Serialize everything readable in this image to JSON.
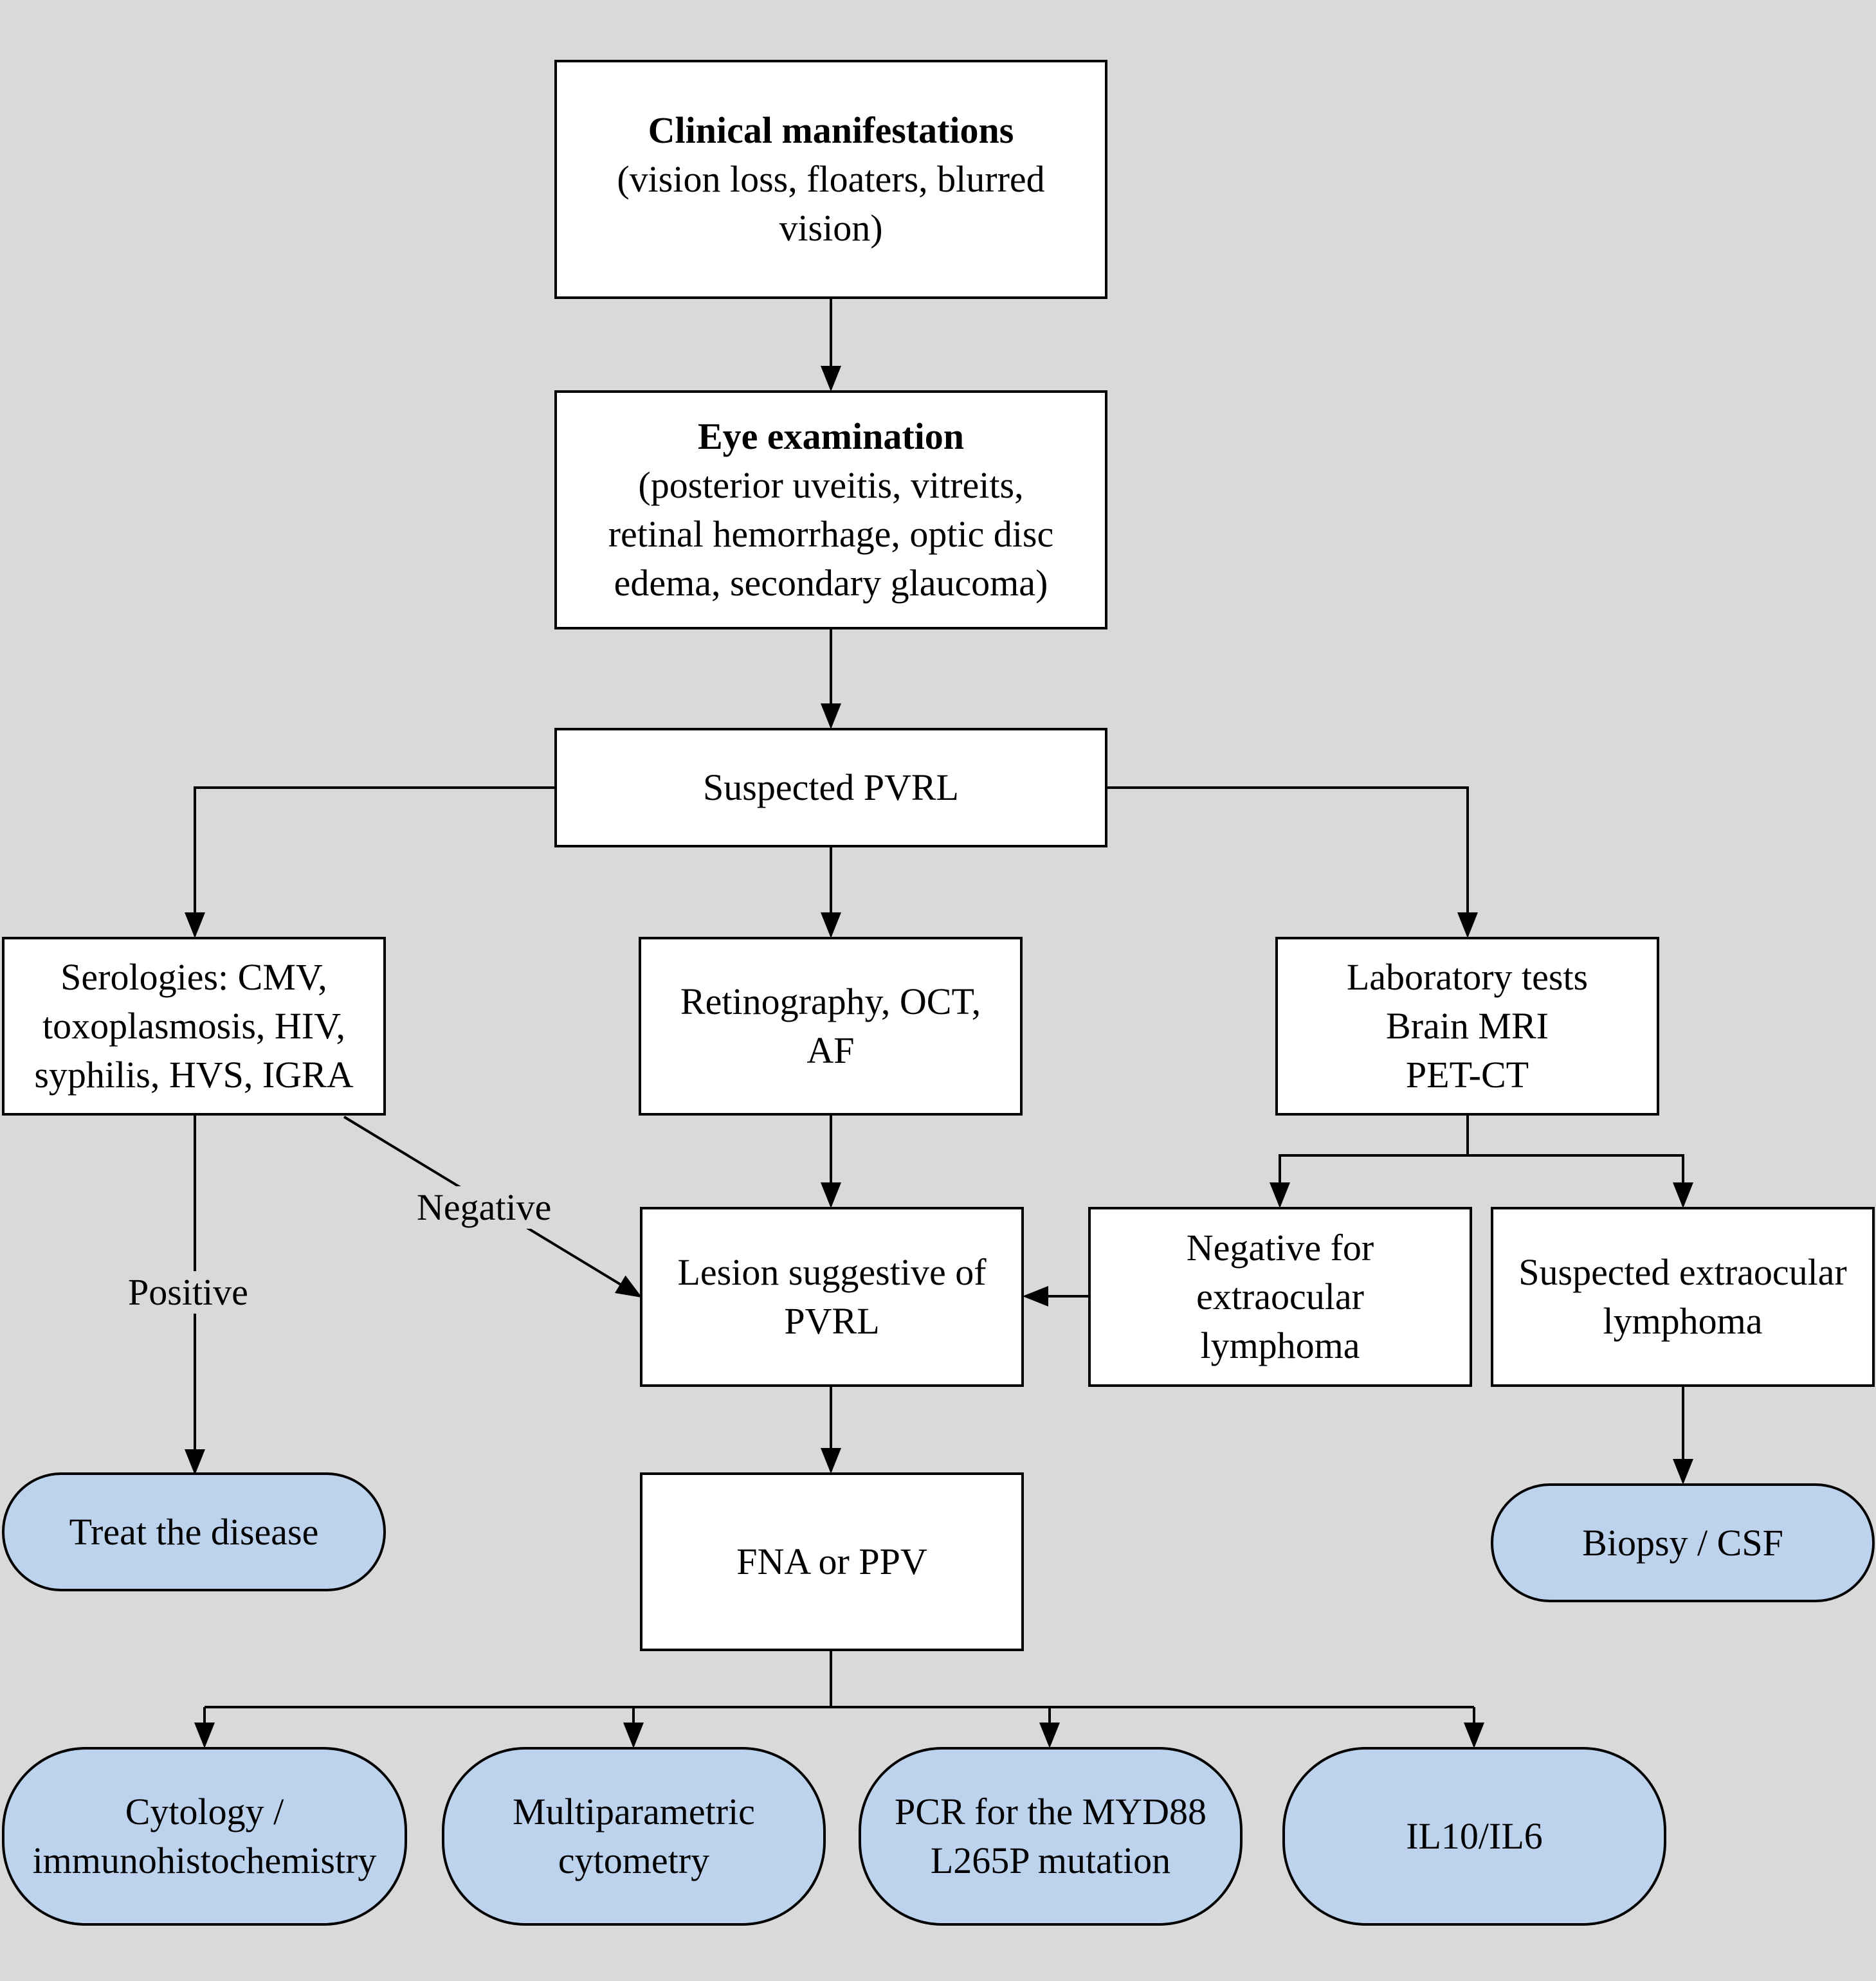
{
  "nodes": {
    "clinical": {
      "title": "Clinical manifestations",
      "lines": [
        "(vision loss, floaters, blurred",
        "vision)"
      ]
    },
    "eye_exam": {
      "title": "Eye examination",
      "lines": [
        "(posterior uveitis, vitreits,",
        "retinal hemorrhage, optic disc",
        "edema, secondary glaucoma)"
      ]
    },
    "suspected_pvrl": {
      "lines": [
        "Suspected PVRL"
      ]
    },
    "serologies": {
      "lines": [
        "Serologies: CMV,",
        "toxoplasmosis, HIV,",
        "syphilis, HVS, IGRA"
      ]
    },
    "retinography": {
      "lines": [
        "Retinography, OCT,",
        "AF"
      ]
    },
    "lab_tests": {
      "lines": [
        "Laboratory tests",
        "Brain MRI",
        "PET-CT"
      ]
    },
    "lesion": {
      "lines": [
        "Lesion suggestive of",
        "PVRL"
      ]
    },
    "neg_extraocular": {
      "lines": [
        "Negative for",
        "extraocular",
        "lymphoma"
      ]
    },
    "susp_extraocular": {
      "lines": [
        "Suspected extraocular",
        "lymphoma"
      ]
    },
    "treat": {
      "lines": [
        "Treat the disease"
      ]
    },
    "fna_ppv": {
      "lines": [
        "FNA or PPV"
      ]
    },
    "biopsy_csf": {
      "lines": [
        "Biopsy / CSF"
      ]
    },
    "cytology": {
      "lines": [
        "Cytology /",
        "immunohistochemistry"
      ]
    },
    "multiparametric": {
      "lines": [
        "Multiparametric",
        "cytometry"
      ]
    },
    "pcr": {
      "lines": [
        "PCR for the MYD88",
        "L265P mutation"
      ]
    },
    "il10": {
      "lines": [
        "IL10/IL6"
      ]
    }
  },
  "edge_labels": {
    "negative": "Negative",
    "positive": "Positive"
  },
  "colors": {
    "background": "#d9d9d9",
    "box_fill": "#ffffff",
    "terminal_fill": "#bdd2ec",
    "stroke": "#000000"
  }
}
